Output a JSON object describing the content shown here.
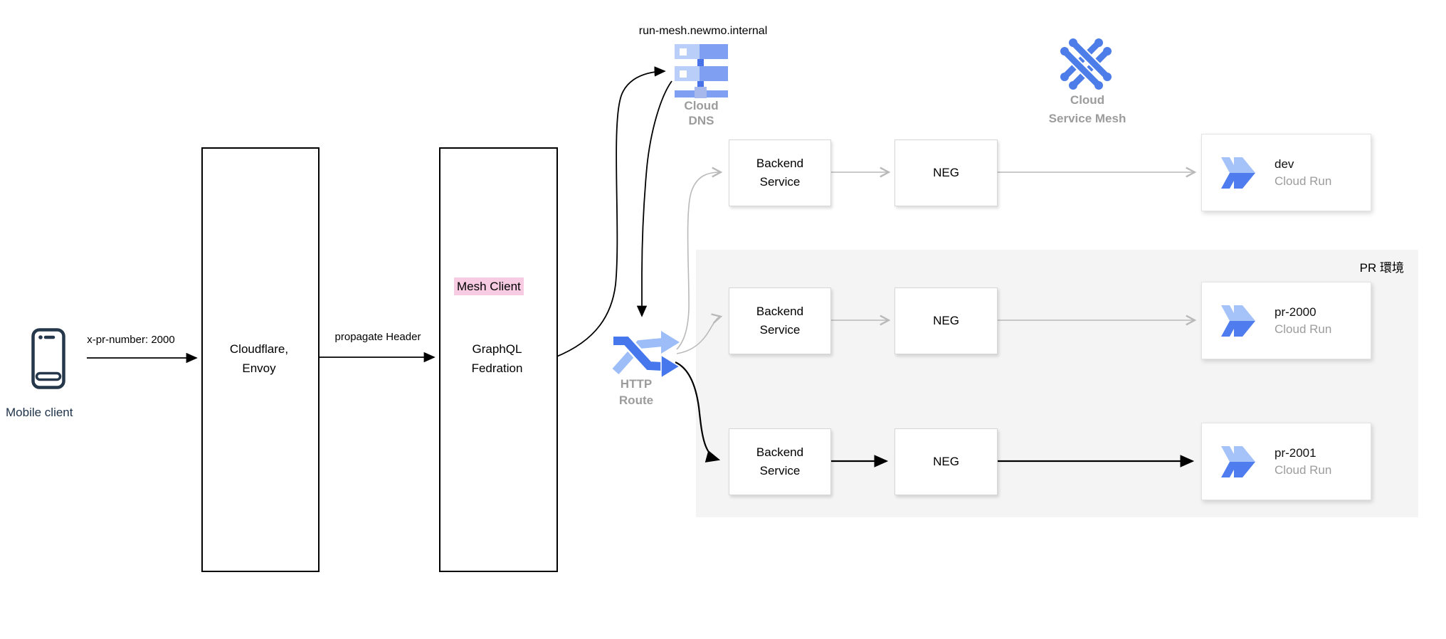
{
  "colors": {
    "accent_blue": "#4677ec",
    "light_blue": "#9dbdf8",
    "dns_light": "#b9cef8",
    "dns_medium": "#7e9ff2",
    "mesh_blue": "#4c7de8",
    "highlight_pink": "#f7cbe1",
    "label_gray": "#9c9c9c",
    "region_gray": "#f4f4f4",
    "arrow_gray": "#b9b9b9",
    "phone_navy": "#24374b"
  },
  "nodes": {
    "mobile_client": {
      "label": "Mobile client"
    },
    "cloudflare": {
      "line1": "Cloudflare,",
      "line2": "Envoy"
    },
    "graphql": {
      "badge": "Mesh Client",
      "line1": "GraphQL",
      "line2": "Fedration"
    },
    "cloud_dns": {
      "hostname": "run-mesh.newmo.internal",
      "label1": "Cloud",
      "label2": "DNS"
    },
    "http_route": {
      "label1": "HTTP",
      "label2": "Route"
    },
    "service_mesh": {
      "label1": "Cloud",
      "label2": "Service Mesh"
    }
  },
  "edges": {
    "client_header": "x-pr-number: 2000",
    "propagate": "propagate Header"
  },
  "pr_region": {
    "label": "PR 環境"
  },
  "rows": [
    {
      "backend1": "Backend",
      "backend2": "Service",
      "neg": "NEG",
      "run_name": "dev",
      "run_type": "Cloud Run",
      "active": false
    },
    {
      "backend1": "Backend",
      "backend2": "Service",
      "neg": "NEG",
      "run_name": "pr-2000",
      "run_type": "Cloud Run",
      "active": false
    },
    {
      "backend1": "Backend",
      "backend2": "Service",
      "neg": "NEG",
      "run_name": "pr-2001",
      "run_type": "Cloud Run",
      "active": true
    }
  ]
}
